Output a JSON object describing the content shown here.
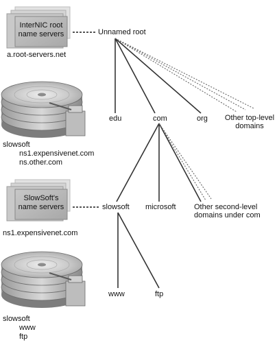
{
  "root_servers": {
    "line1": "InterNIC root",
    "line2": "name servers",
    "host": "a.root-servers.net"
  },
  "root_label": "Unnamed root",
  "tld": {
    "edu": "edu",
    "com": "com",
    "org": "org",
    "other_line1": "Other top-level",
    "other_line2": "domains"
  },
  "com_db": {
    "zone": "slowsoft",
    "ns1": "ns1.expensivenet.com",
    "ns2": "ns.other.com"
  },
  "slowsoft_servers": {
    "line1": "SlowSoft's",
    "line2": "name servers",
    "host": "ns1.expensivenet.com"
  },
  "second_level": {
    "slowsoft": "slowsoft",
    "microsoft": "microsoft",
    "other_line1": "Other second-level",
    "other_line2": "domains under com"
  },
  "hosts": {
    "www": "www",
    "ftp": "ftp"
  },
  "slowsoft_db": {
    "zone": "slowsoft",
    "r1": "www",
    "r2": "ftp"
  },
  "colors": {
    "card_front": "#b4b4b4",
    "card_back": "#d9d9d9",
    "disk": "#c8c8c8",
    "line": "#555555"
  }
}
